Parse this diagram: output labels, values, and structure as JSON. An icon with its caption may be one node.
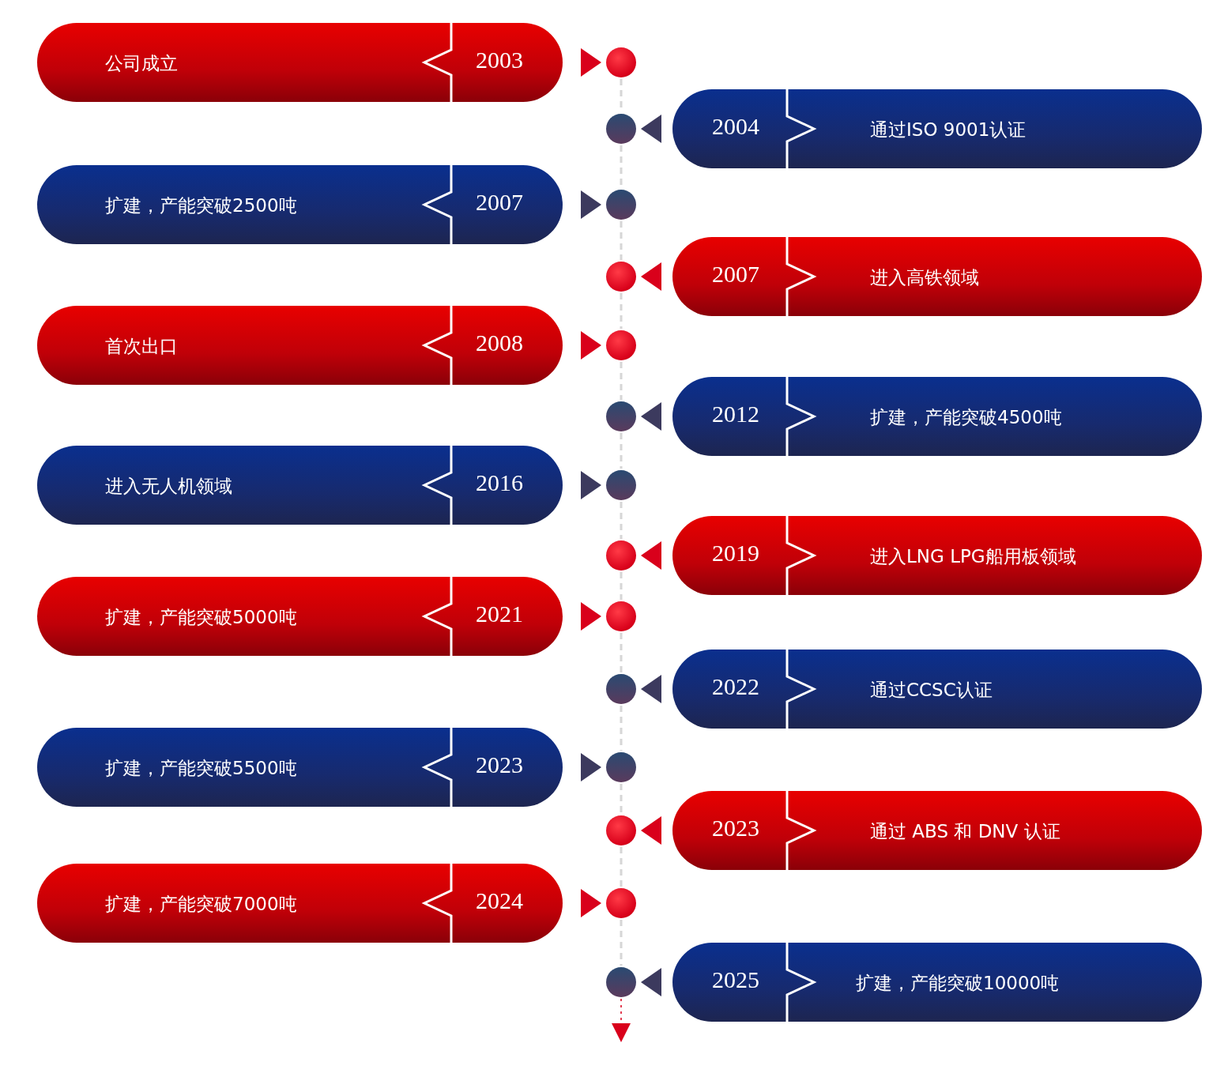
{
  "diagram": {
    "nodes": [
      {
        "text": [
          "公司成立",
          "2003"
        ]
      },
      {
        "text": [],
        "shape": "circle"
      },
      {
        "text": [
          "2004",
          "通过ISO 9001认证"
        ]
      },
      {
        "text": [],
        "shape": "circle"
      },
      {
        "text": [
          "扩建，产能突破2500吨",
          "2007"
        ]
      },
      {
        "text": [],
        "shape": "circle"
      },
      {
        "text": [
          "2007",
          "进入高铁领域"
        ]
      },
      {
        "text": [],
        "shape": "circle"
      },
      {
        "text": [
          "首次出口",
          "2008"
        ]
      },
      {
        "text": [],
        "shape": "circle"
      },
      {
        "text": [
          "2012",
          "扩建，产能突破4500吨"
        ]
      },
      {
        "text": [],
        "shape": "circle"
      },
      {
        "text": [
          "进入无人机领域",
          "2016"
        ]
      },
      {
        "text": [],
        "shape": "circle"
      },
      {
        "text": [
          "2019",
          "进入LNG LPG船用板领域"
        ]
      },
      {
        "text": [],
        "shape": "circle"
      },
      {
        "text": [
          "扩建，产能突破5000吨",
          "2021"
        ]
      },
      {
        "text": [],
        "shape": "circle"
      },
      {
        "text": [
          "2022",
          "通过CCSC认证"
        ]
      },
      {
        "text": [],
        "shape": "circle"
      },
      {
        "text": [
          "扩建，产能突破5500吨",
          "2023"
        ]
      },
      {
        "text": [],
        "shape": "circle"
      },
      {
        "text": [
          "2023",
          "通过 ABS 和 DNV 认证"
        ]
      },
      {
        "text": [],
        "shape": "circle"
      },
      {
        "text": [
          "扩建，产能突破7000吨",
          "2024"
        ]
      },
      {
        "text": [],
        "shape": "circle"
      },
      {
        "text": [
          "2025",
          "扩建，产能突破10000吨"
        ]
      },
      {
        "text": [],
        "shape": "circle"
      }
    ],
    "edges": [
      {
        "from": 0,
        "to": 1,
        "arrow": "to",
        "color": "#d9001b"
      },
      {
        "from": 2,
        "to": 3,
        "arrow": "to",
        "color": "#3c3a5e"
      },
      {
        "from": 4,
        "to": 5,
        "arrow": "to",
        "color": "#3c3a5e"
      },
      {
        "from": 6,
        "to": 7,
        "arrow": "to",
        "color": "#d9001b"
      },
      {
        "from": 8,
        "to": 9,
        "arrow": "to",
        "color": "#d9001b"
      },
      {
        "from": 10,
        "to": 11,
        "arrow": "to",
        "color": "#3c3a5e"
      },
      {
        "from": 12,
        "to": 13,
        "arrow": "to",
        "color": "#3c3a5e"
      },
      {
        "from": 14,
        "to": 15,
        "arrow": "to",
        "color": "#d9001b"
      },
      {
        "from": 16,
        "to": 17,
        "arrow": "to",
        "color": "#d9001b"
      },
      {
        "from": 18,
        "to": 19,
        "arrow": "to",
        "color": "#3c3a5e"
      },
      {
        "from": 20,
        "to": 21,
        "arrow": "to",
        "color": "#3c3a5e"
      },
      {
        "from": 22,
        "to": 23,
        "arrow": "to",
        "color": "#d9001b"
      },
      {
        "from": 24,
        "to": 25,
        "arrow": "to",
        "color": "#d9001b"
      },
      {
        "from": 26,
        "to": 27,
        "arrow": "to",
        "color": "#3c3a5e"
      },
      {
        "from": 1,
        "to": 3,
        "arrow": "none",
        "style": "dashed",
        "color": "#d6d6d6"
      },
      {
        "from": 3,
        "to": 5,
        "arrow": "none",
        "style": "dashed",
        "color": "#d6d6d6"
      },
      {
        "from": 5,
        "to": 7,
        "arrow": "none",
        "style": "dashed",
        "color": "#d6d6d6"
      },
      {
        "from": 7,
        "to": 9,
        "arrow": "none",
        "style": "dashed",
        "color": "#d6d6d6"
      },
      {
        "from": 9,
        "to": 11,
        "arrow": "none",
        "style": "dashed",
        "color": "#d6d6d6"
      },
      {
        "from": 11,
        "to": 13,
        "arrow": "none",
        "style": "dashed",
        "color": "#d6d6d6"
      },
      {
        "from": 13,
        "to": 15,
        "arrow": "none",
        "style": "dashed",
        "color": "#d6d6d6"
      },
      {
        "from": 15,
        "to": 17,
        "arrow": "none",
        "style": "dashed",
        "color": "#d6d6d6"
      },
      {
        "from": 17,
        "to": 19,
        "arrow": "none",
        "style": "dashed",
        "color": "#d6d6d6"
      },
      {
        "from": 19,
        "to": 21,
        "arrow": "none",
        "style": "dashed",
        "color": "#d6d6d6"
      },
      {
        "from": 21,
        "to": 23,
        "arrow": "none",
        "style": "dashed",
        "color": "#d6d6d6"
      },
      {
        "from": 23,
        "to": 25,
        "arrow": "none",
        "style": "dashed",
        "color": "#d6d6d6"
      },
      {
        "from": 25,
        "to": 27,
        "arrow": "none",
        "style": "dashed",
        "color": "#d6d6d6"
      },
      {
        "from": 27,
        "to": null,
        "arrow": "to",
        "color": "#d9001b"
      }
    ]
  }
}
